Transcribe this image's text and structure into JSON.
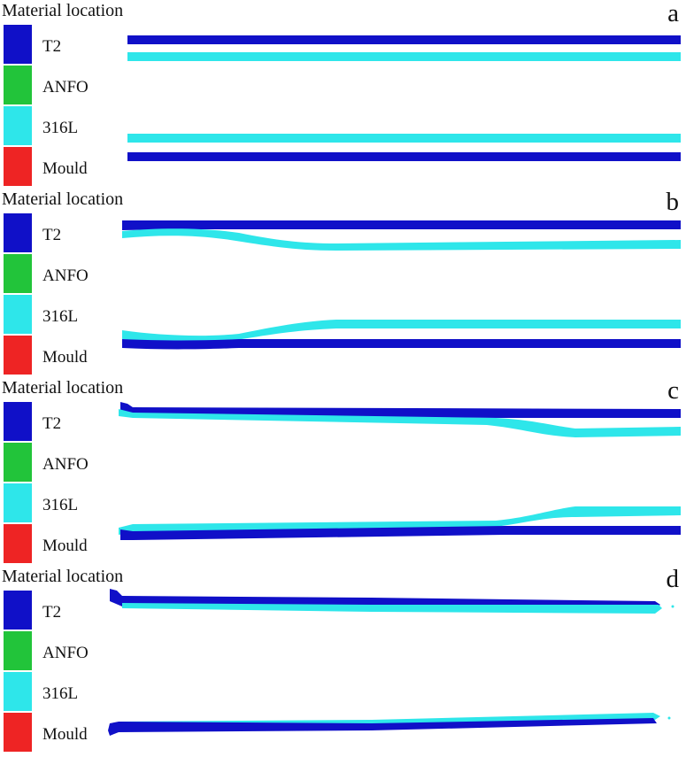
{
  "colors": {
    "T2": "#1010c8",
    "ANFO": "#22c43a",
    "316L": "#2ee6ea",
    "Mould": "#ee2424"
  },
  "legend": {
    "title": "Material location",
    "materials": [
      {
        "label": "T2",
        "color": "#1010c8"
      },
      {
        "label": "ANFO",
        "color": "#22c43a"
      },
      {
        "label": "316L",
        "color": "#2ee6ea"
      },
      {
        "label": "Mould",
        "color": "#ee2424"
      }
    ]
  },
  "panels": [
    {
      "letter": "a"
    },
    {
      "letter": "b"
    },
    {
      "letter": "c"
    },
    {
      "letter": "d"
    }
  ]
}
